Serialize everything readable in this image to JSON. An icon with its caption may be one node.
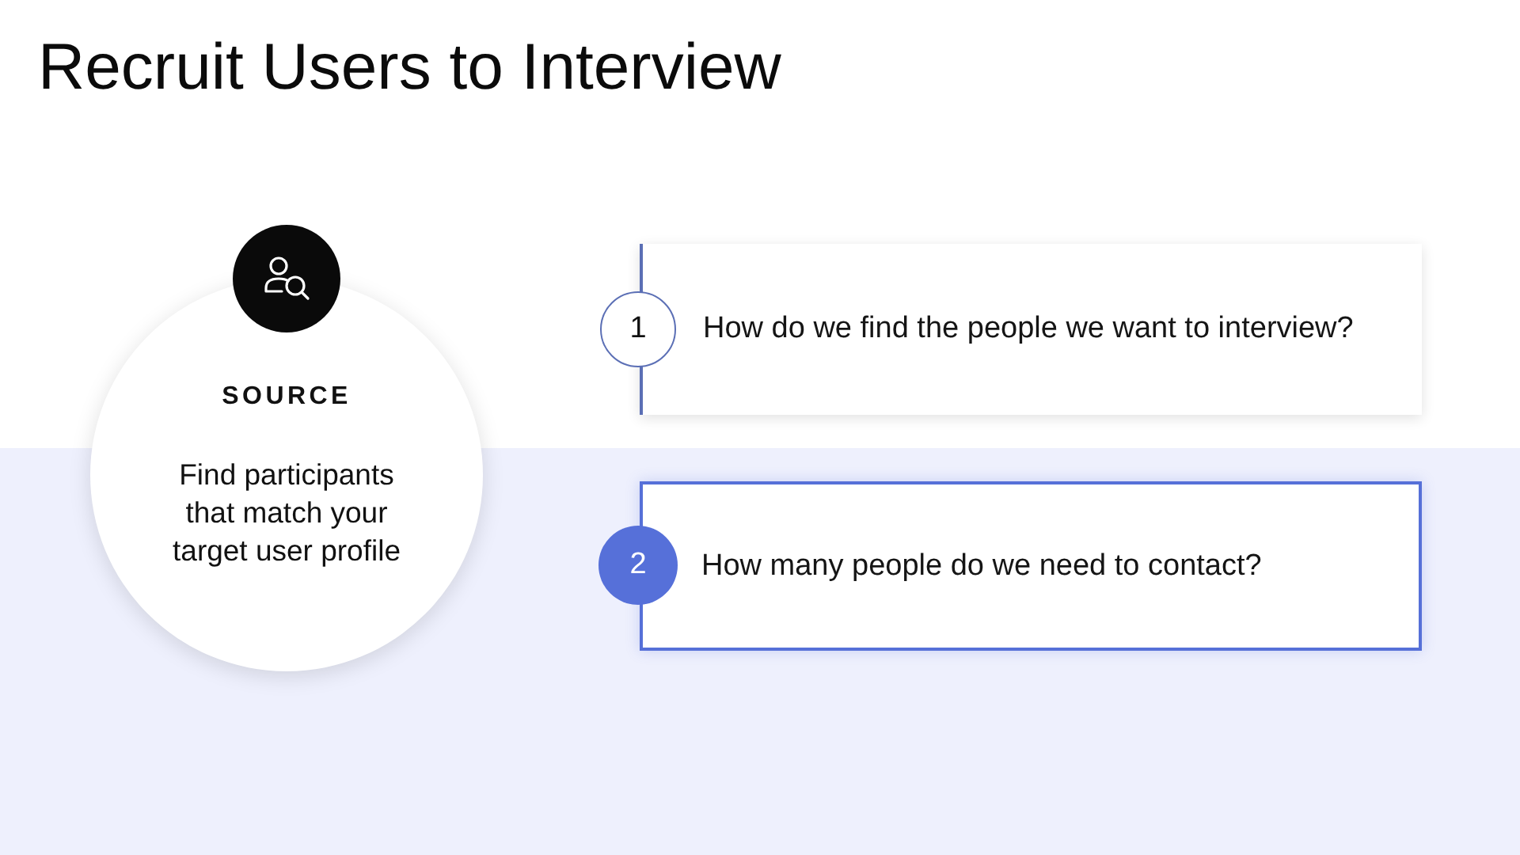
{
  "diagram": {
    "title": "Recruit Users to Interview",
    "nodes": [
      {
        "text": [
          "SOURCE",
          "Find participants that match your target user profile"
        ]
      },
      {
        "text": [
          "1"
        ]
      },
      {
        "text": [
          "How do we find the people we want to interview?"
        ]
      },
      {
        "text": [
          "2"
        ]
      },
      {
        "text": [
          "How many people do we need to contact?"
        ]
      }
    ],
    "edges": []
  }
}
